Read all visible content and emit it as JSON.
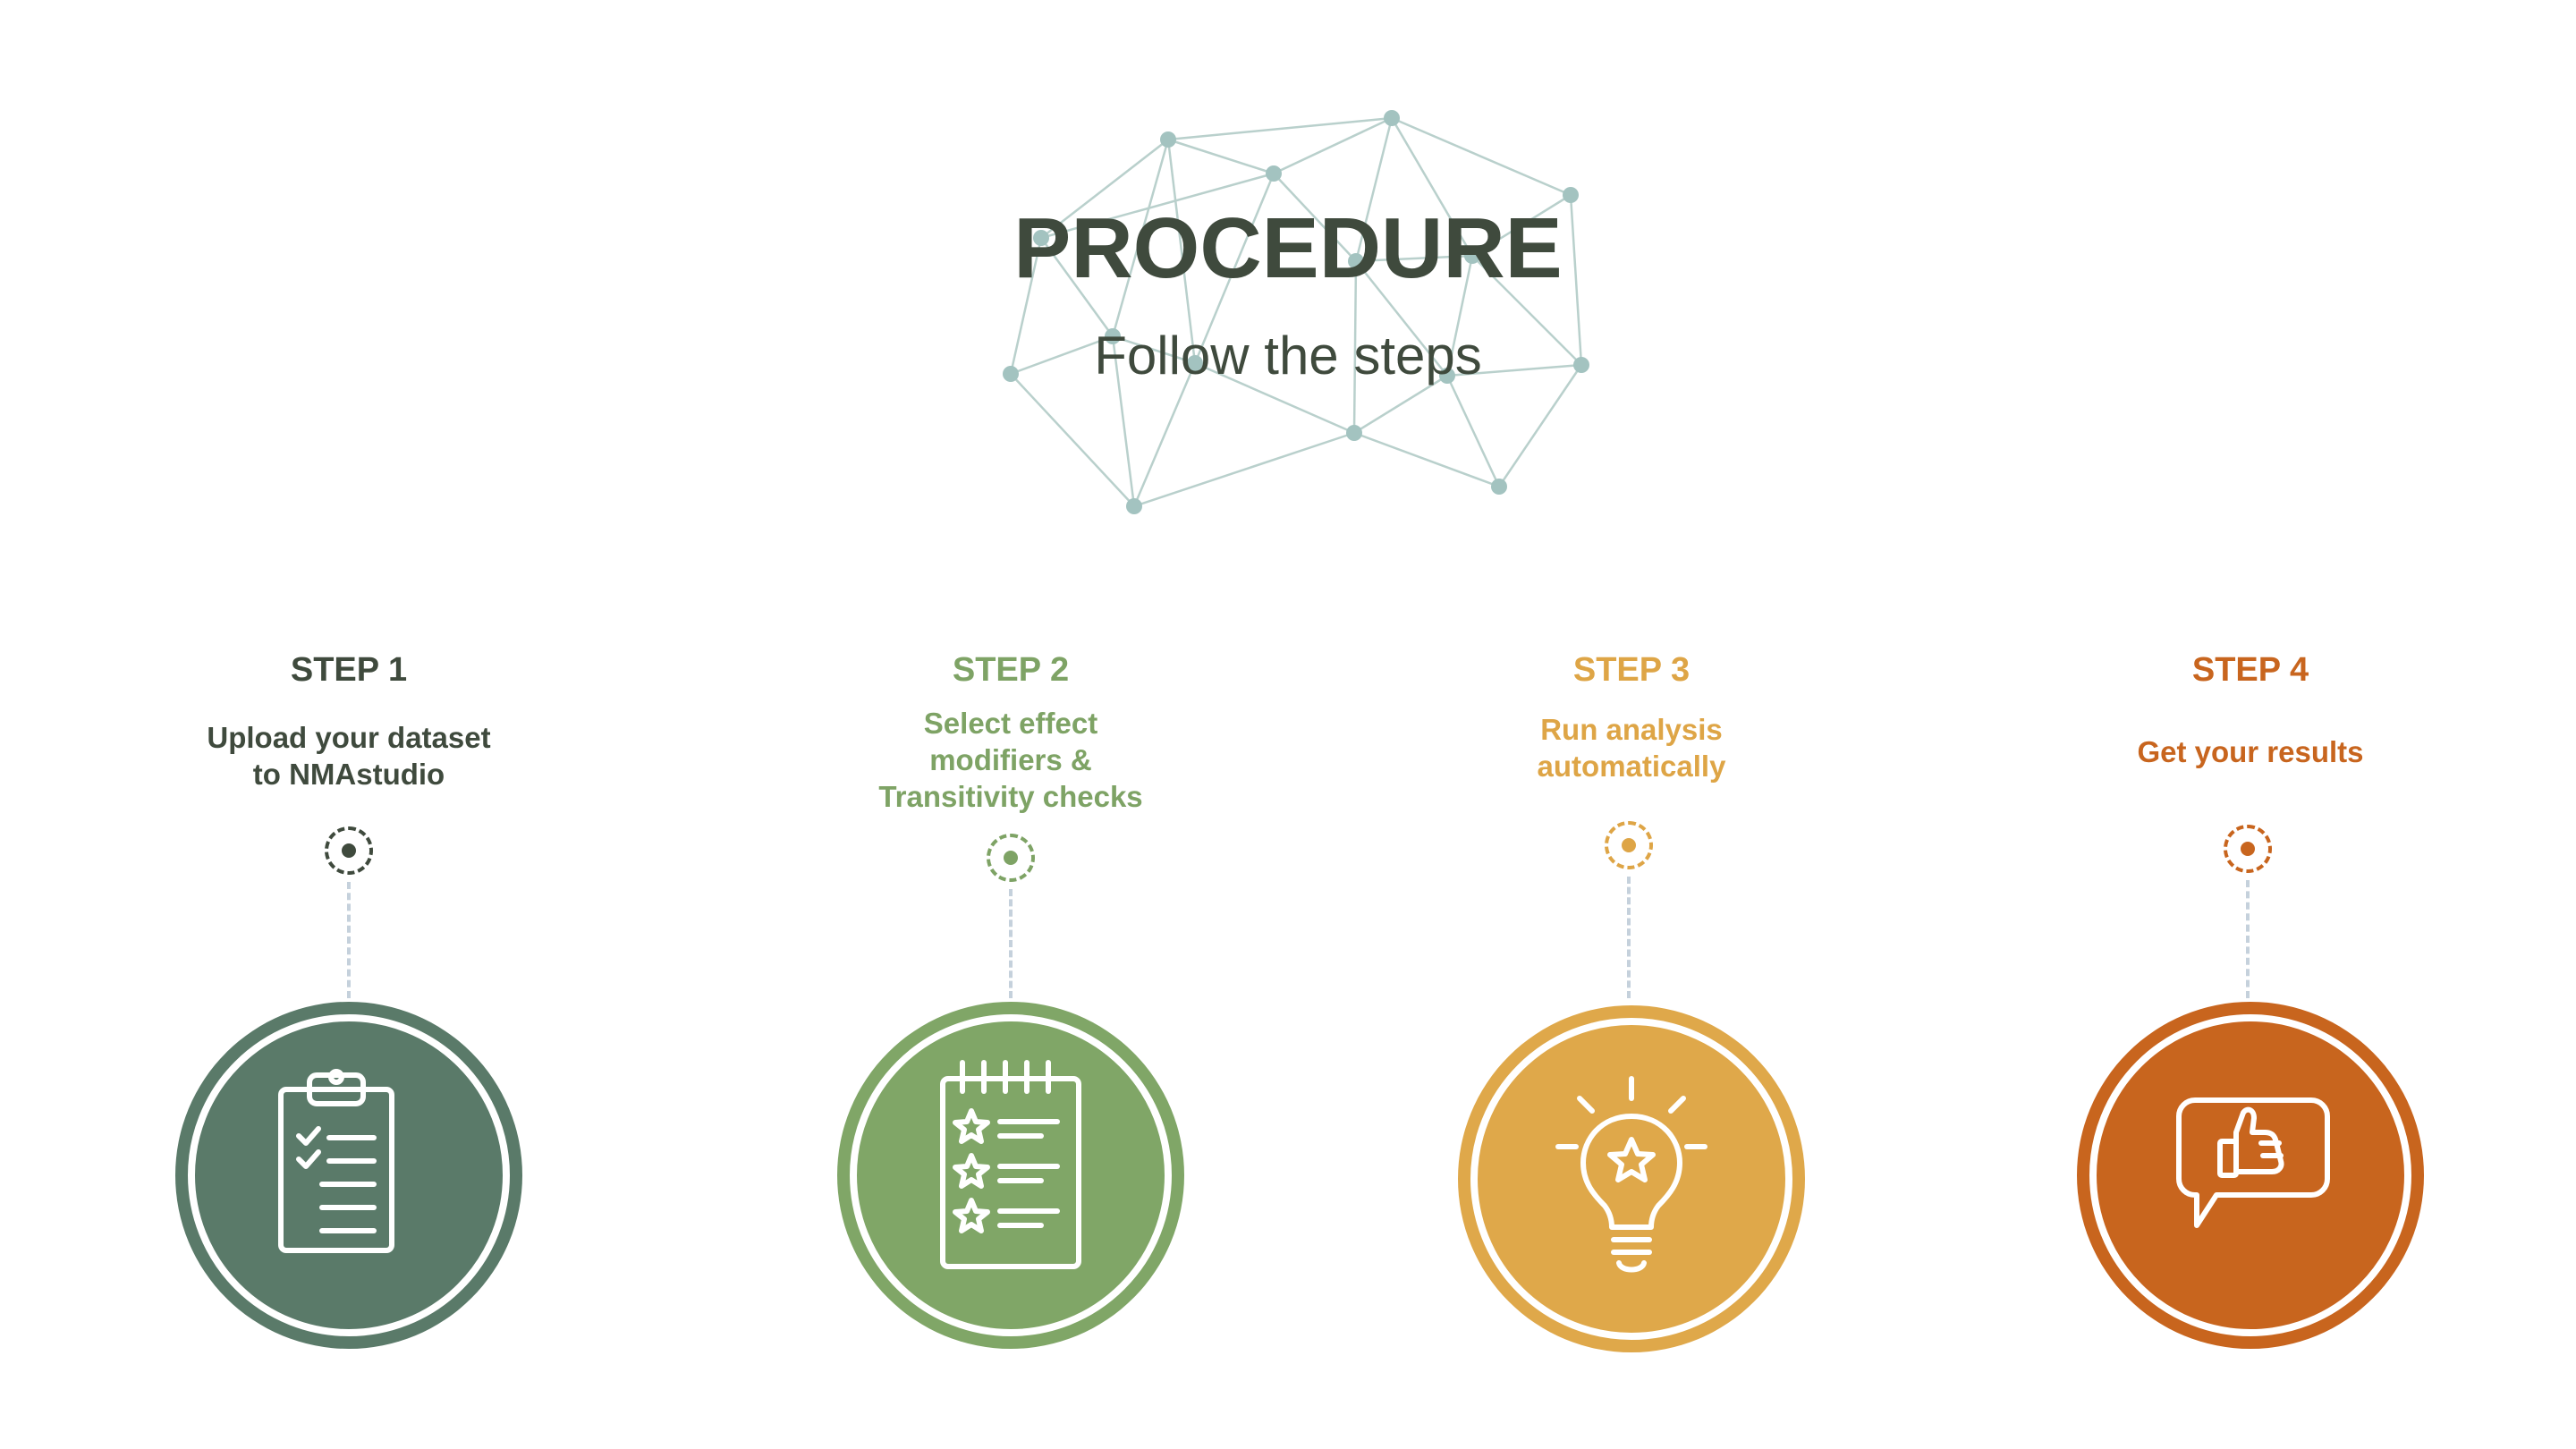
{
  "header": {
    "title": "PROCEDURE",
    "subtitle": "Follow the steps"
  },
  "steps": [
    {
      "label": "STEP 1",
      "description": "Upload your dataset\nto NMAstudio",
      "color": "#5a7a69",
      "label_color": "#3f4a3d",
      "icon": "clipboard-checklist-icon"
    },
    {
      "label": "STEP 2",
      "description": "Select effect\nmodifiers &\nTransitivity checks",
      "color": "#80a667",
      "label_color": "#7ea365",
      "icon": "star-checklist-notepad-icon"
    },
    {
      "label": "STEP 3",
      "description": "Run analysis\nautomatically",
      "color": "#dfa84a",
      "label_color": "#dea546",
      "icon": "lightbulb-star-icon"
    },
    {
      "label": "STEP 4",
      "description": "Get your results",
      "color": "#c8651e",
      "label_color": "#c8651e",
      "icon": "thumbs-up-speech-bubble-icon"
    }
  ],
  "colors": {
    "network_line": "#b9d0cc",
    "network_node": "#a3c3c0",
    "connector": "#c5d1dc"
  }
}
